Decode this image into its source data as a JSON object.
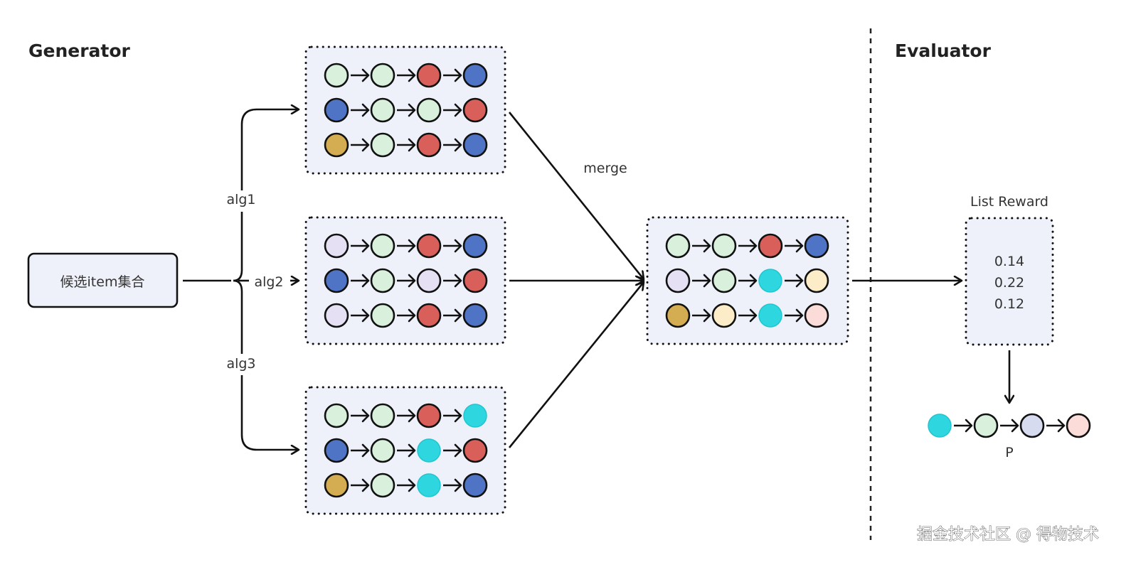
{
  "sections": {
    "generator_title": "Generator",
    "evaluator_title": "Evaluator"
  },
  "candidate_box": {
    "label": "候选item集合"
  },
  "algorithms": [
    {
      "label": "alg1"
    },
    {
      "label": "alg2"
    },
    {
      "label": "alg3"
    }
  ],
  "merge_label": "merge",
  "colors": {
    "G": "#d8f0dc",
    "R": "#d9605a",
    "B": "#4f74c5",
    "Y": "#d4ac52",
    "L": "#e6e0f5",
    "C": "#2ed6e0",
    "P": "#fcedc8",
    "K": "#fbdcd9",
    "V": "#d6dbf0"
  },
  "generator_lists": [
    {
      "name": "alg1-lists",
      "rows": [
        [
          "G",
          "G",
          "R",
          "B"
        ],
        [
          "B",
          "G",
          "G",
          "R"
        ],
        [
          "Y",
          "G",
          "R",
          "B"
        ]
      ]
    },
    {
      "name": "alg2-lists",
      "rows": [
        [
          "L",
          "G",
          "R",
          "B"
        ],
        [
          "B",
          "G",
          "L",
          "R"
        ],
        [
          "L",
          "G",
          "R",
          "B"
        ]
      ]
    },
    {
      "name": "alg3-lists",
      "rows": [
        [
          "G",
          "G",
          "R",
          "C"
        ],
        [
          "B",
          "G",
          "C",
          "R"
        ],
        [
          "Y",
          "G",
          "C",
          "B"
        ]
      ]
    }
  ],
  "merged_lists": {
    "rows": [
      [
        "G",
        "G",
        "R",
        "B"
      ],
      [
        "L",
        "G",
        "C",
        "P"
      ],
      [
        "Y",
        "P",
        "C",
        "K"
      ]
    ]
  },
  "list_reward": {
    "title": "List Reward",
    "values": [
      "0.14",
      "0.22",
      "0.12"
    ]
  },
  "final_list": {
    "row": [
      "C",
      "G",
      "V",
      "K"
    ],
    "label": "P"
  },
  "watermark": "掘金技术社区 @ 得物技术"
}
